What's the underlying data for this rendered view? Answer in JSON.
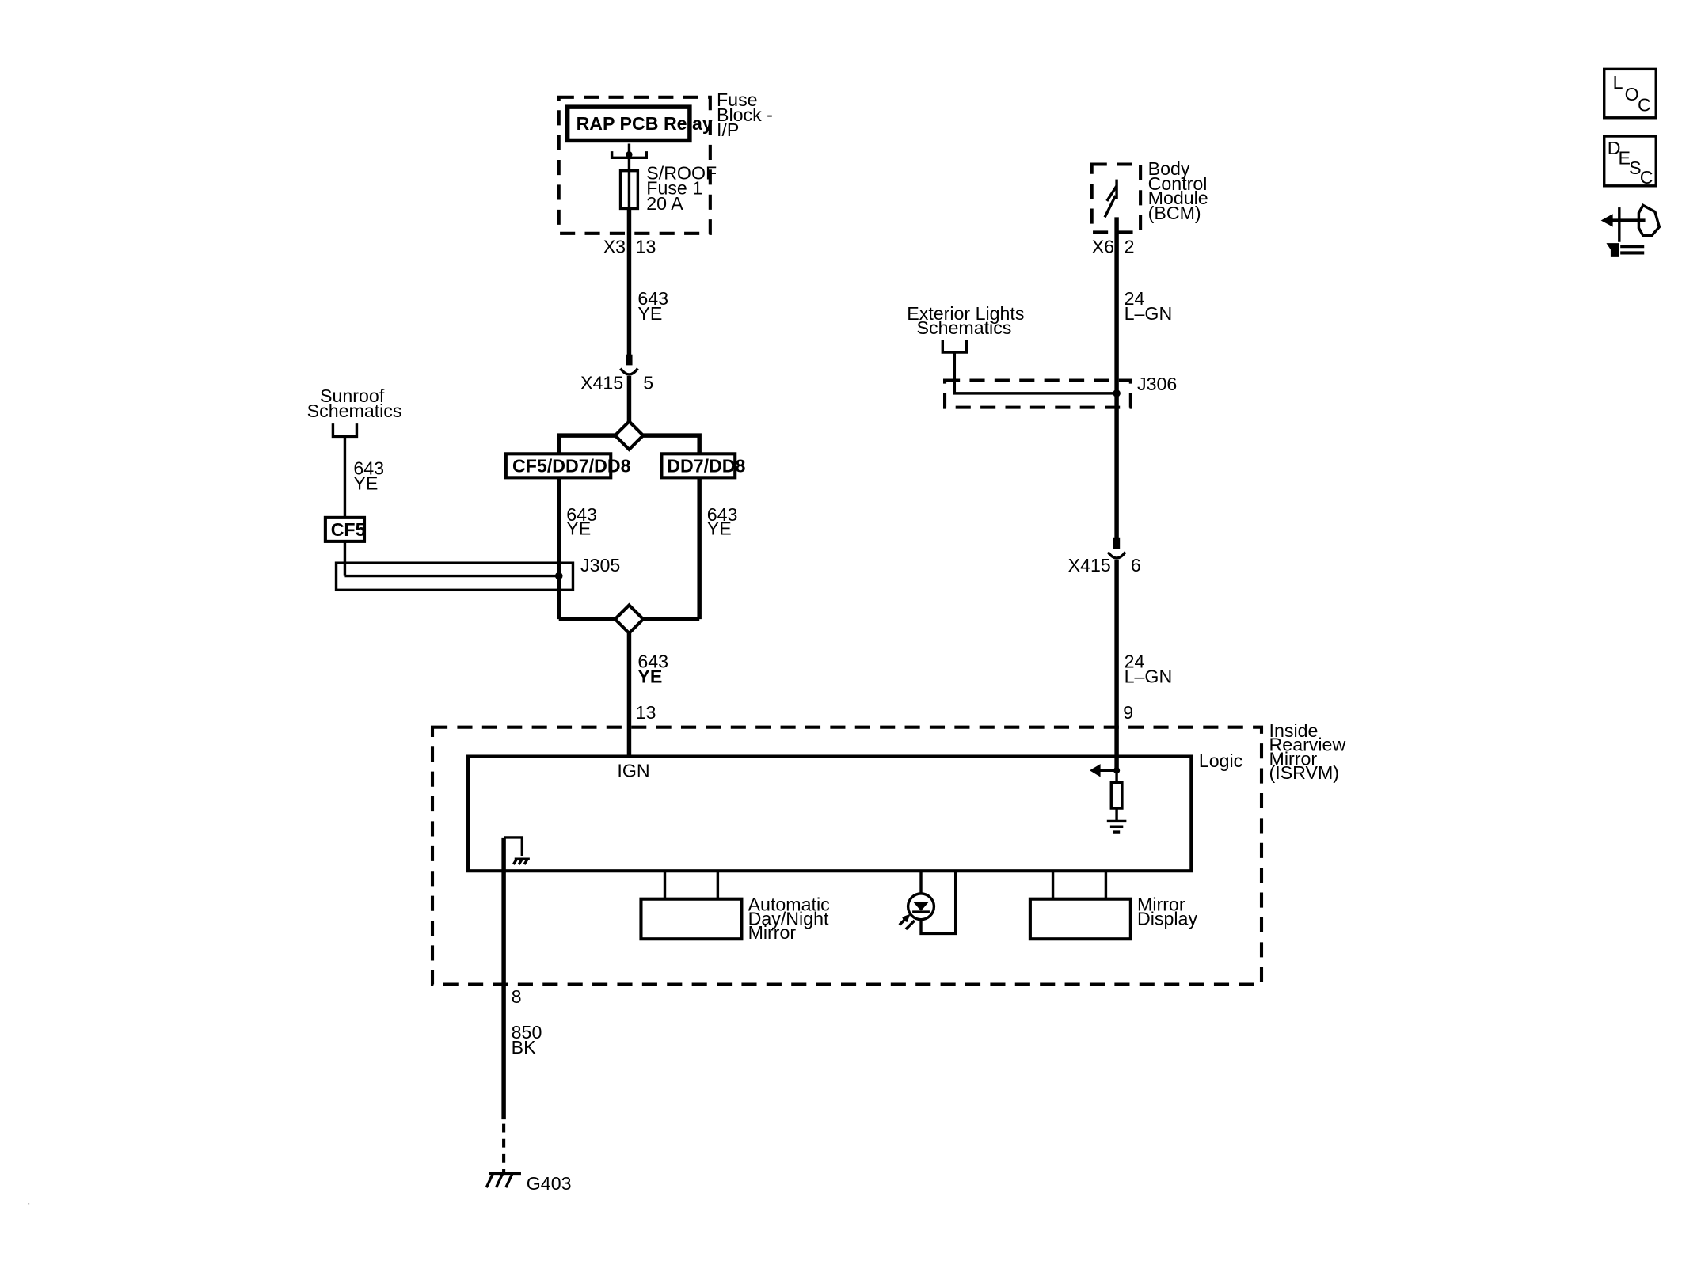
{
  "fuse_block": {
    "relay": "RAP PCB Relay",
    "name_lines": [
      "Fuse",
      "Block -",
      "I/P"
    ],
    "fuse_lines": [
      "S/ROOF",
      "Fuse 1",
      "20 A"
    ],
    "connector": "X3",
    "pin": "13"
  },
  "bcm": {
    "name_lines": [
      "Body",
      "Control",
      "Module",
      "(BCM)"
    ],
    "connector": "X6",
    "pin": "2"
  },
  "wires": {
    "w643_circuit": "643",
    "w643_color": "YE",
    "w24_circuit": "24",
    "w24_color": "L–GN",
    "w850_circuit": "850",
    "w850_color": "BK"
  },
  "connectors": {
    "x415": "X415",
    "x415_pin_left": "5",
    "x415_pin_right": "6"
  },
  "splices": {
    "j305": "J305",
    "j306": "J306"
  },
  "option_codes": {
    "left": "CF5/DD7/DD8",
    "right": "DD7/DD8",
    "sunroof": "CF5"
  },
  "references": {
    "sunroof": [
      "Sunroof",
      "Schematics"
    ],
    "exterior_lights": [
      "Exterior Lights",
      "Schematics"
    ]
  },
  "mirror": {
    "name_lines": [
      "Inside",
      "Rearview",
      "Mirror",
      "(ISRVM)"
    ],
    "pin_ign": "13",
    "pin_logic": "9",
    "pin_ground": "8",
    "ign_label": "IGN",
    "logic_label": "Logic",
    "auto_dimming": [
      "Automatic",
      "Day/Night",
      "Mirror"
    ],
    "display": [
      "Mirror",
      "Display"
    ]
  },
  "ground": {
    "label": "G403"
  },
  "side_buttons": {
    "loc": [
      "L",
      "O",
      "C"
    ],
    "desc": [
      "D",
      "E",
      "S",
      "C"
    ]
  }
}
